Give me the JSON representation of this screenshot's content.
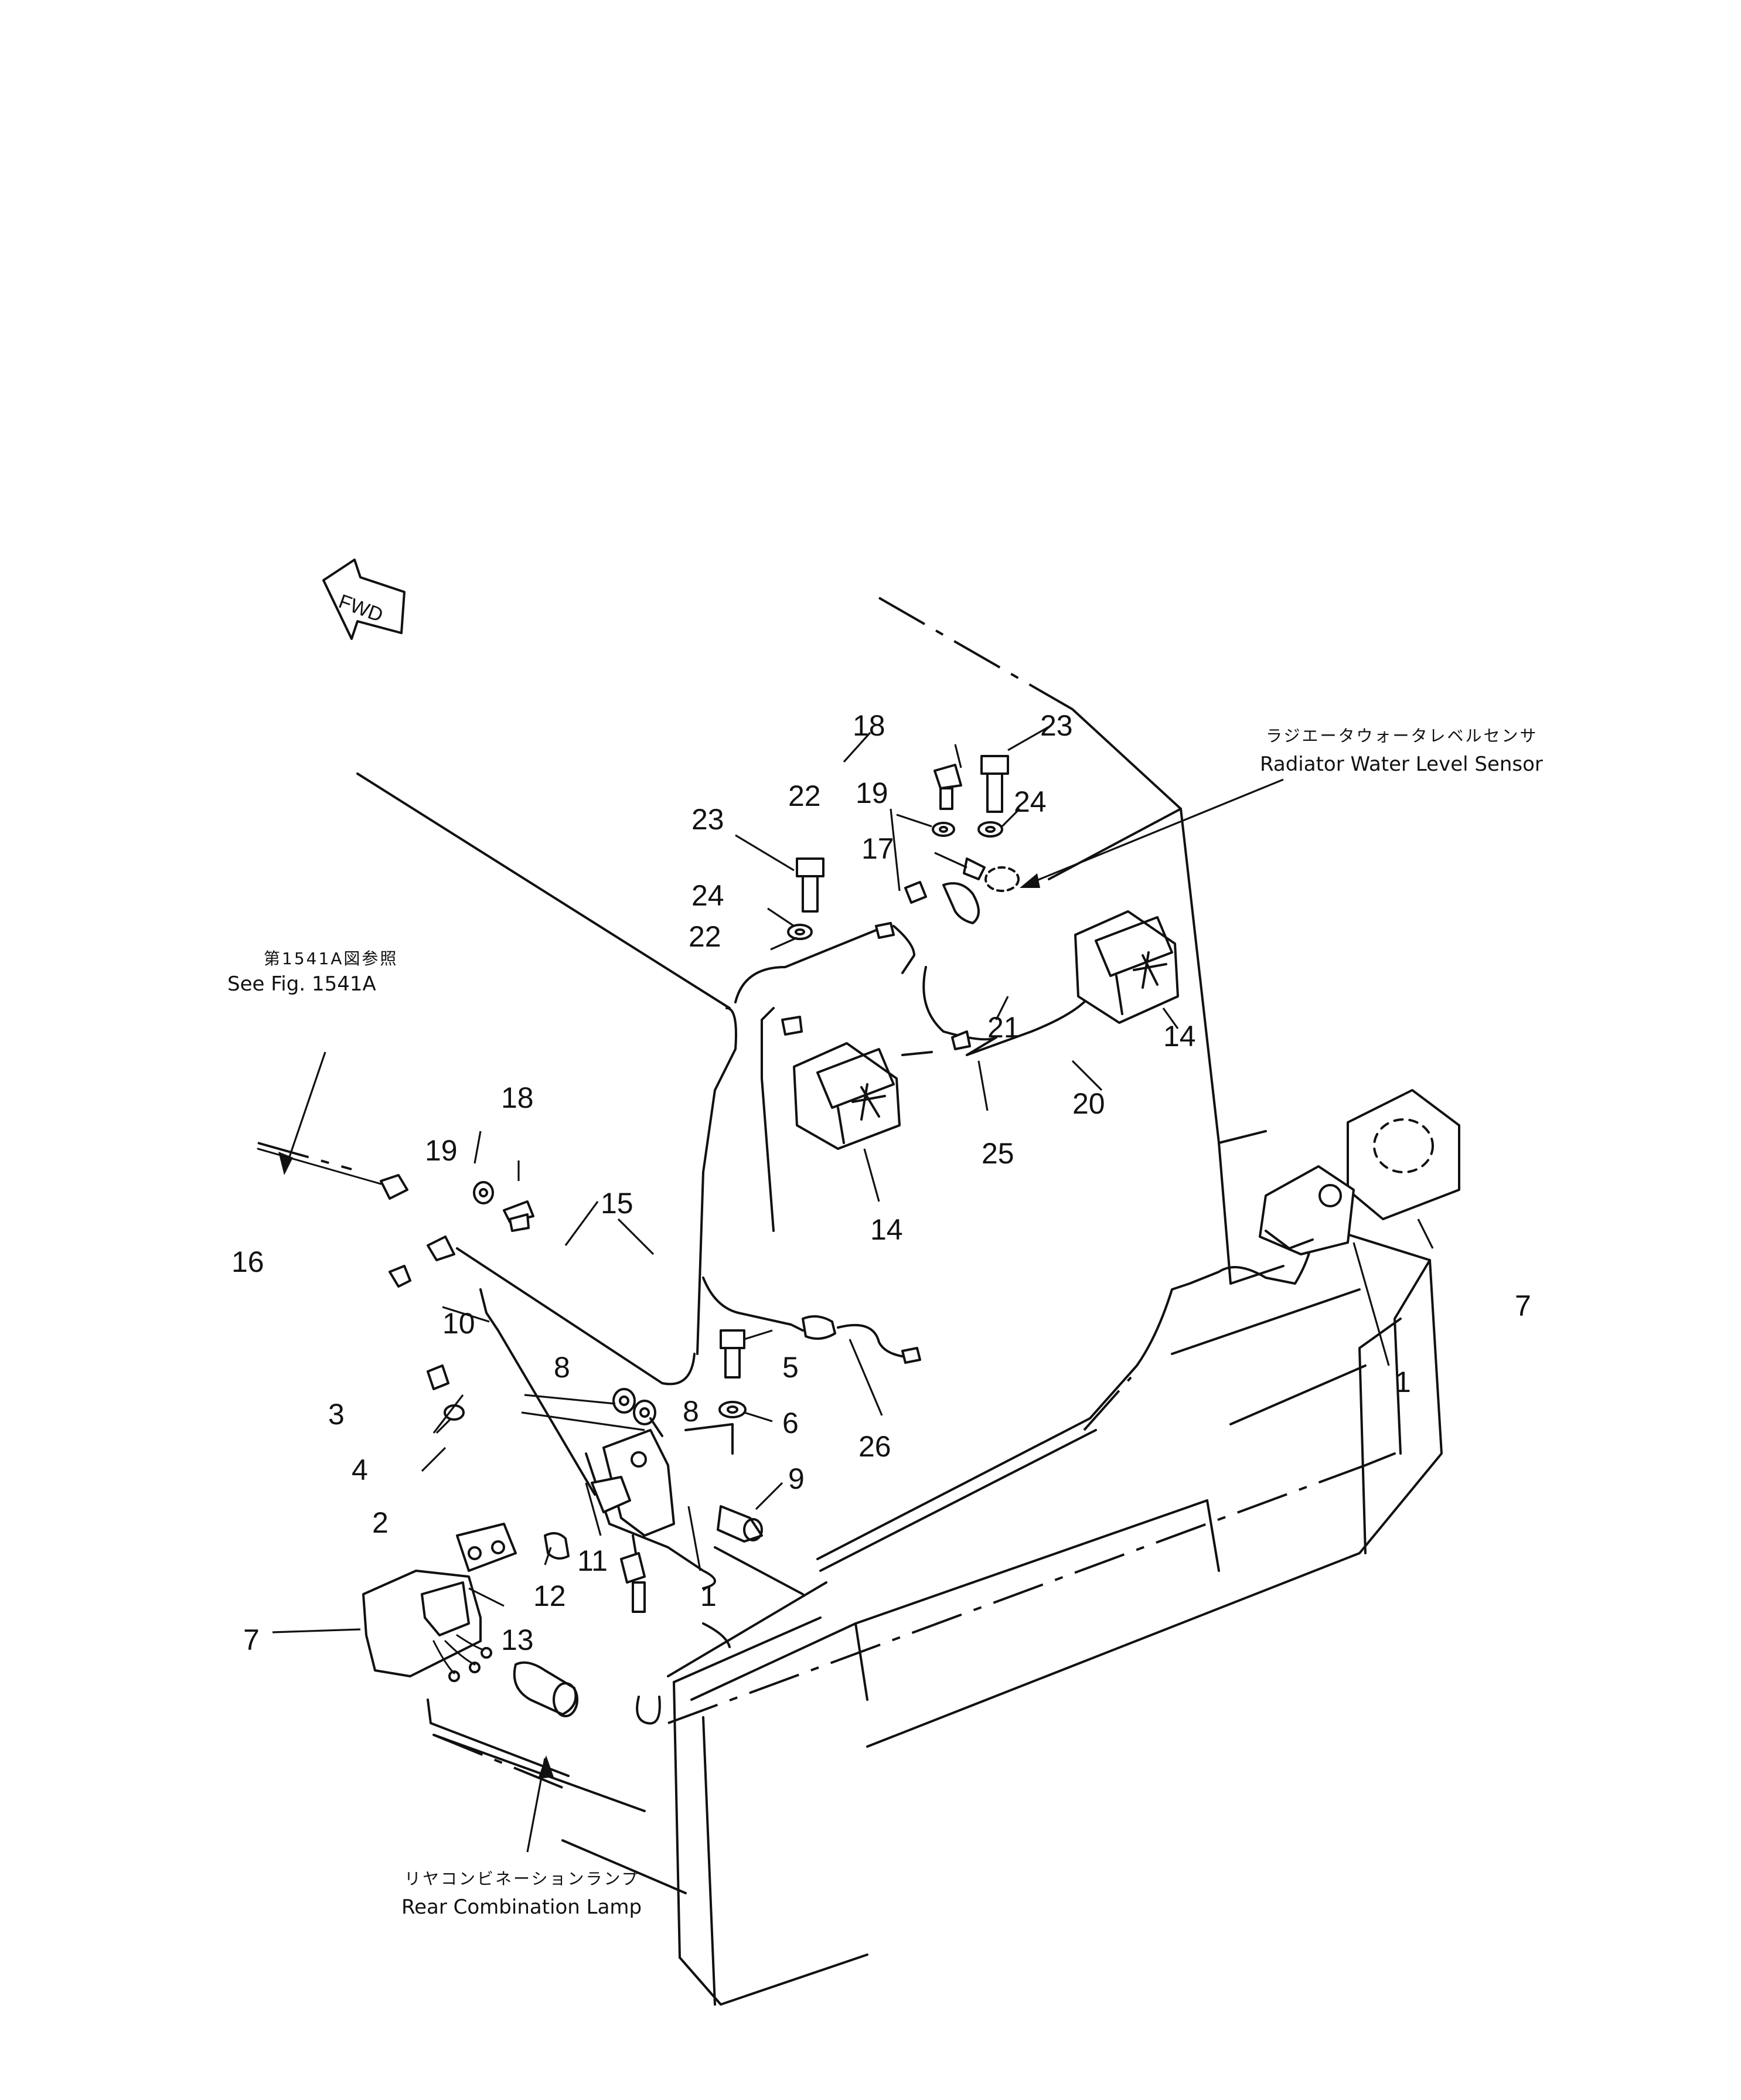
{
  "fwd_label": "FWD",
  "notes": {
    "see_fig_jp": "第1541A図参照",
    "see_fig_en": "See Fig. 1541A",
    "radiator_jp": "ラジエータウォータレベルセンサ",
    "radiator_en": "Radiator Water Level Sensor",
    "rear_lamp_jp": "リヤコンビネーションランプ",
    "rear_lamp_en": "Rear Combination Lamp"
  },
  "part_numbers": {
    "p1": "1",
    "p2": "2",
    "p3": "3",
    "p4": "4",
    "p5": "5",
    "p6": "6",
    "p7": "7",
    "p8": "8",
    "p9": "9",
    "p10": "10",
    "p11": "11",
    "p12": "12",
    "p13": "13",
    "p14": "14",
    "p15": "15",
    "p16": "16",
    "p17": "17",
    "p18": "18",
    "p19": "19",
    "p20": "20",
    "p21": "21",
    "p22": "22",
    "p23": "23",
    "p24": "24",
    "p25": "25",
    "p26": "26"
  }
}
